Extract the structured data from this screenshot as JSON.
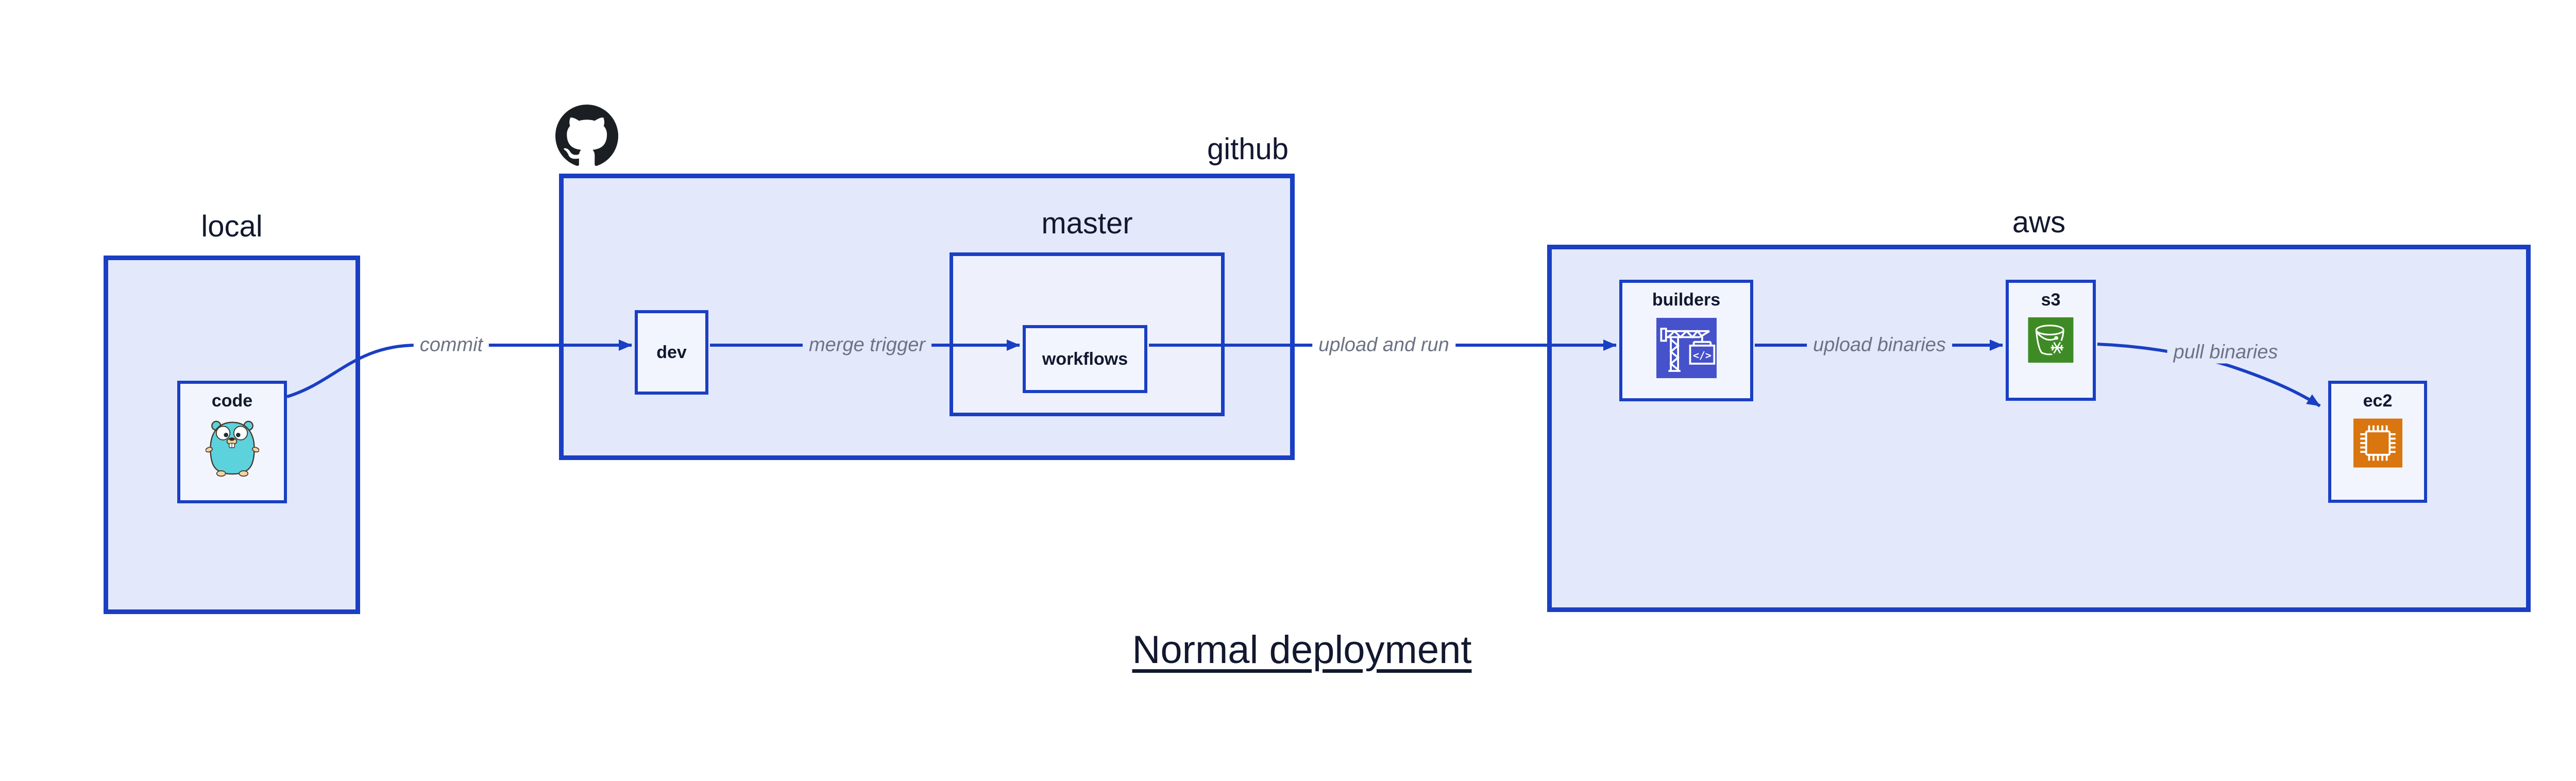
{
  "diagram": {
    "title": "Normal deployment"
  },
  "groups": {
    "local": {
      "label": "local"
    },
    "github": {
      "label": "github"
    },
    "master": {
      "label": "master"
    },
    "aws": {
      "label": "aws"
    }
  },
  "nodes": {
    "code": {
      "label": "code",
      "icon": "go-gopher-icon"
    },
    "dev": {
      "label": "dev"
    },
    "workflows": {
      "label": "workflows"
    },
    "builders": {
      "label": "builders",
      "icon": "codebuild-crane-icon"
    },
    "s3": {
      "label": "s3",
      "icon": "s3-bucket-snowflake-icon"
    },
    "ec2": {
      "label": "ec2",
      "icon": "ec2-chip-icon"
    }
  },
  "edges": {
    "commit": {
      "label": "commit"
    },
    "merge_trigger": {
      "label": "merge trigger"
    },
    "upload_and_run": {
      "label": "upload and run"
    },
    "upload_binaries": {
      "label": "upload binaries"
    },
    "pull_binaries": {
      "label": "pull binaries"
    }
  },
  "icons": {
    "github_logo": "github-octocat-logo",
    "codebuild_glyph": "</>"
  },
  "colors": {
    "stroke_blue": "#1a3fc4",
    "group_fill": "#e3e9fb",
    "master_fill": "#eef1fb",
    "node_fill": "#f2f5fd",
    "text_dark": "#12182f",
    "edge_label_gray": "#6d7384",
    "builders_icon_bg": "#4552cb",
    "s3_icon_bg": "#3e8b25",
    "ec2_icon_bg": "#d9760f",
    "github_logo_color": "#1b1f23",
    "gopher_body": "#5bd2dc"
  }
}
